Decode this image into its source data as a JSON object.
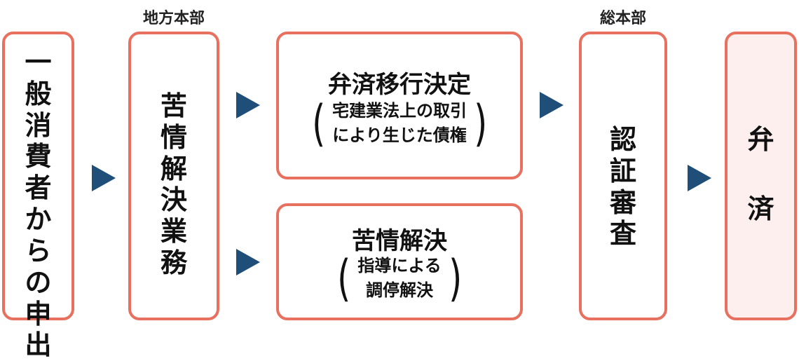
{
  "headers": {
    "regional": "地方本部",
    "head_office": "総本部"
  },
  "boxes": {
    "consumer_request": [
      "一",
      "般",
      "消",
      "費",
      "者",
      "か",
      "ら",
      "の",
      "申",
      "出"
    ],
    "complaint_work": [
      "苦",
      "情",
      "解",
      "決",
      "業",
      "務"
    ],
    "refund_decision": {
      "title": "弁済移行決定",
      "open": "(",
      "close": ")",
      "lines": [
        "宅建業法上の取引",
        "により生じた債権"
      ]
    },
    "complaint_resolution": {
      "title": "苦情解決",
      "open": "(",
      "close": ")",
      "lines": [
        "指導による",
        "調停解決"
      ]
    },
    "certification_review": [
      "認",
      "証",
      "審",
      "査"
    ],
    "refund": [
      "弁",
      "済"
    ]
  },
  "colors": {
    "border": "#e8705f",
    "arrow": "#1f4e79",
    "final_fill": "#fdefed"
  }
}
